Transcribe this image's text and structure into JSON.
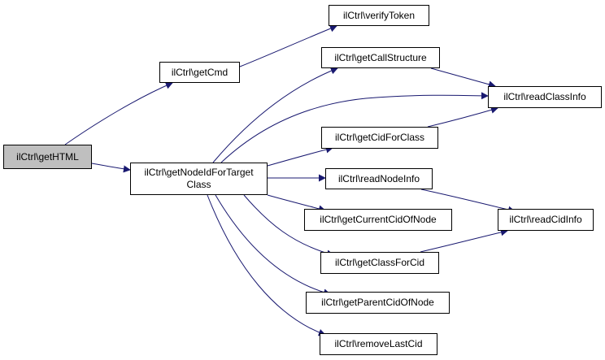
{
  "colors": {
    "edge": "#191970",
    "node_border": "#000000",
    "node_fill": "#ffffff",
    "highlight_fill": "#bfbfbf"
  },
  "nodes": {
    "root": "ilCtrl\\getHTML",
    "getNodeIdForTargetClass": "ilCtrl\\getNodeIdForTarget\nClass",
    "getCmd": "ilCtrl\\getCmd",
    "verifyToken": "ilCtrl\\verifyToken",
    "getCallStructure": "ilCtrl\\getCallStructure",
    "readClassInfo": "ilCtrl\\readClassInfo",
    "getCidForClass": "ilCtrl\\getCidForClass",
    "readNodeInfo": "ilCtrl\\readNodeInfo",
    "getCurrentCidOfNode": "ilCtrl\\getCurrentCidOfNode",
    "readCidInfo": "ilCtrl\\readCidInfo",
    "getClassForCid": "ilCtrl\\getClassForCid",
    "getParentCidOfNode": "ilCtrl\\getParentCidOfNode",
    "removeLastCid": "ilCtrl\\removeLastCid"
  },
  "edges": [
    {
      "from": "root",
      "to": "getCmd"
    },
    {
      "from": "root",
      "to": "getNodeIdForTargetClass"
    },
    {
      "from": "getCmd",
      "to": "verifyToken"
    },
    {
      "from": "getCallStructure",
      "to": "readClassInfo"
    },
    {
      "from": "getNodeIdForTargetClass",
      "to": "getCallStructure"
    },
    {
      "from": "getNodeIdForTargetClass",
      "to": "readClassInfo"
    },
    {
      "from": "getNodeIdForTargetClass",
      "to": "getCidForClass"
    },
    {
      "from": "getCidForClass",
      "to": "readClassInfo"
    },
    {
      "from": "getNodeIdForTargetClass",
      "to": "readNodeInfo"
    },
    {
      "from": "getNodeIdForTargetClass",
      "to": "getCurrentCidOfNode"
    },
    {
      "from": "getNodeIdForTargetClass",
      "to": "getClassForCid"
    },
    {
      "from": "getNodeIdForTargetClass",
      "to": "getParentCidOfNode"
    },
    {
      "from": "getNodeIdForTargetClass",
      "to": "removeLastCid"
    },
    {
      "from": "readNodeInfo",
      "to": "readCidInfo"
    },
    {
      "from": "getClassForCid",
      "to": "readCidInfo"
    }
  ]
}
